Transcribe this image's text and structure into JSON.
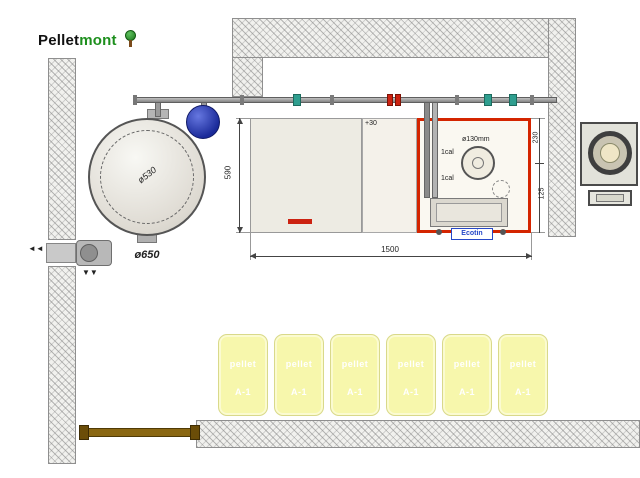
{
  "logo": {
    "black": "Pellet",
    "green": "mont"
  },
  "dims": {
    "tank_inner": "ø530",
    "tank_outer": "ø650",
    "boiler_height": "590",
    "overall_width": "1500",
    "plus30": "+30",
    "cal_top": "1cal",
    "cal_bottom": "1cal",
    "flue_diameter": "ø130mm",
    "unit_depth": "230",
    "unit_offset": "125"
  },
  "labels": {
    "burner": "Ecotin"
  },
  "pellet_bag": {
    "line1": "pellet",
    "line2": "A-1"
  },
  "icons": {
    "arrow_left_pair": "◄◄",
    "arrow_down_pair": "▼▼"
  },
  "colors": {
    "red_unit_border": "#d42500",
    "expansion_vessel": "#2b3fbf",
    "pellet_bag": "#f7f7ac",
    "door_pipe_brown": "#8a6712",
    "fitting_green": "#2f9e8f",
    "fitting_red": "#cc2211"
  }
}
